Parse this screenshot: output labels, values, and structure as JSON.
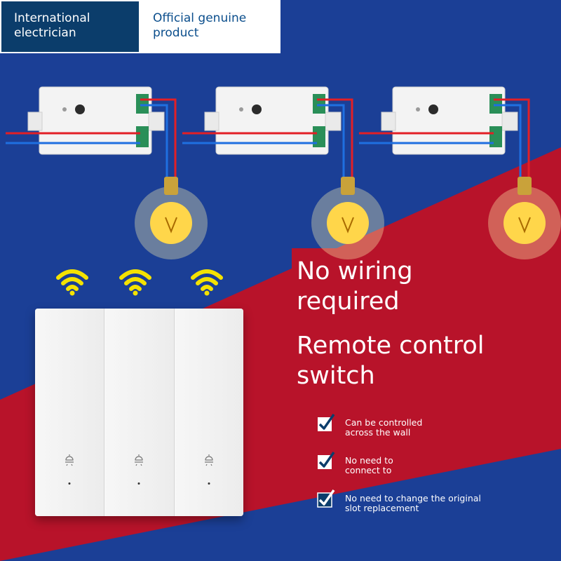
{
  "banner": {
    "left_text": "International electrician",
    "right_text": "Official genuine product"
  },
  "headline": {
    "line1": "No wiring required",
    "line2": "Remote control switch"
  },
  "features": [
    {
      "text": "Can be controlled across the wall"
    },
    {
      "text": "No need to connect to"
    },
    {
      "text": "No need to change the original slot replacement"
    }
  ],
  "switch_keys": 3,
  "receivers": 3,
  "colors": {
    "background_blue": "#1b3f96",
    "accent_red": "#b8132a",
    "banner_dark": "#0b3d6b",
    "wire_red": "#e21f26",
    "wire_blue": "#1f6fe0",
    "bulb_yellow": "#ffd64a",
    "wifi_yellow": "#f4e200"
  },
  "icons": [
    "wifi-icon",
    "lightbulb-icon",
    "checkbox-checked-icon",
    "light-symbol-icon"
  ]
}
